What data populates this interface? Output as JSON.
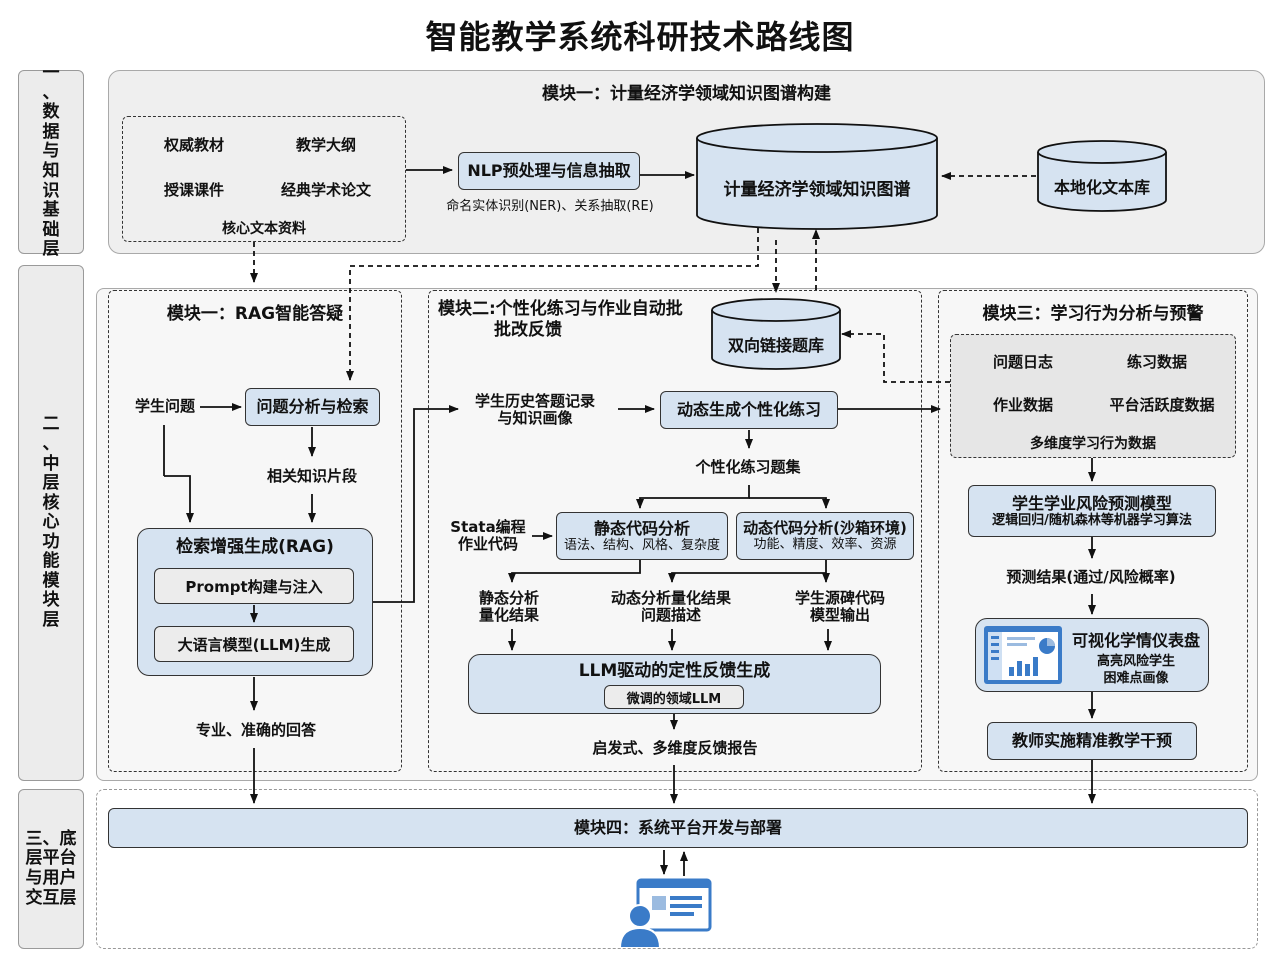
{
  "title": "智能教学系统科研技术路线图",
  "layers": {
    "l1": "一、数据与知识基础层",
    "l2": "二、中层核心功能模块层",
    "l3": "三、底层平台与用户交互层"
  },
  "top": {
    "module_title": "模块一：计量经济学领域知识图谱构建",
    "materials": [
      "权威教材",
      "教学大纲",
      "授课课件",
      "经典学术论文"
    ],
    "materials_label": "核心文本资料",
    "nlp": "NLP预处理与信息抽取",
    "nlp_sub": "命名实体识别(NER)、关系抽取(RE)",
    "kg": "计量经济学领域知识图谱",
    "local_lib": "本地化文本库"
  },
  "rag": {
    "title": "模块一：RAG智能答疑",
    "question": "学生问题",
    "analysis": "问题分析与检索",
    "fragments": "相关知识片段",
    "rag_box": "检索增强生成(RAG)",
    "prompt": "Prompt构建与注入",
    "llm": "大语言模型(LLM)生成",
    "answer": "专业、准确的回答"
  },
  "practice": {
    "title_line1": "模块二:个性化练习与作业自动批",
    "title_line2": "批改反馈",
    "bank": "双向链接题库",
    "history_line1": "学生历史答题记录",
    "history_line2": "与知识画像",
    "generate": "动态生成个性化练习",
    "exercise_set": "个性化练习题集",
    "stata_line1": "Stata编程",
    "stata_line2": "作业代码",
    "static": "静态代码分析",
    "static_sub": "语法、结构、风格、复杂度",
    "dynamic": "动态代码分析(沙箱环境)",
    "dynamic_sub": "功能、精度、效率、资源",
    "static_res_line1": "静态分析",
    "static_res_line2": "量化结果",
    "dyn_res_line1": "动态分析量化结果",
    "dyn_res_line2": "问题描述",
    "src_line1": "学生源碑代码",
    "src_line2": "模型输出",
    "llm_feedback": "LLM驱动的定性反馈生成",
    "finetune": "微调的领域LLM",
    "report": "启发式、多维度反馈报告"
  },
  "behavior": {
    "title": "模块三：学习行为分析与预警",
    "items": [
      "问题日志",
      "练习数据",
      "作业数据",
      "平台活跃度数据"
    ],
    "items_label": "多维度学习行为数据",
    "risk_model": "学生学业风险预测模型",
    "risk_sub": "逻辑回归/随机森林等机器学习算法",
    "prediction": "预测结果(通过/风险概率)",
    "dashboard": "可视化学情仪表盘",
    "dashboard_sub1": "高亮风险学生",
    "dashboard_sub2": "困难点画像",
    "intervention": "教师实施精准教学干预"
  },
  "bottom": {
    "platform": "模块四：系统平台开发与部署",
    "user_icon": "user-screen-icon"
  },
  "colors": {
    "box_fill": "#d6e3f1",
    "panel": "#efefef",
    "icon_blue": "#3a7bc8"
  }
}
